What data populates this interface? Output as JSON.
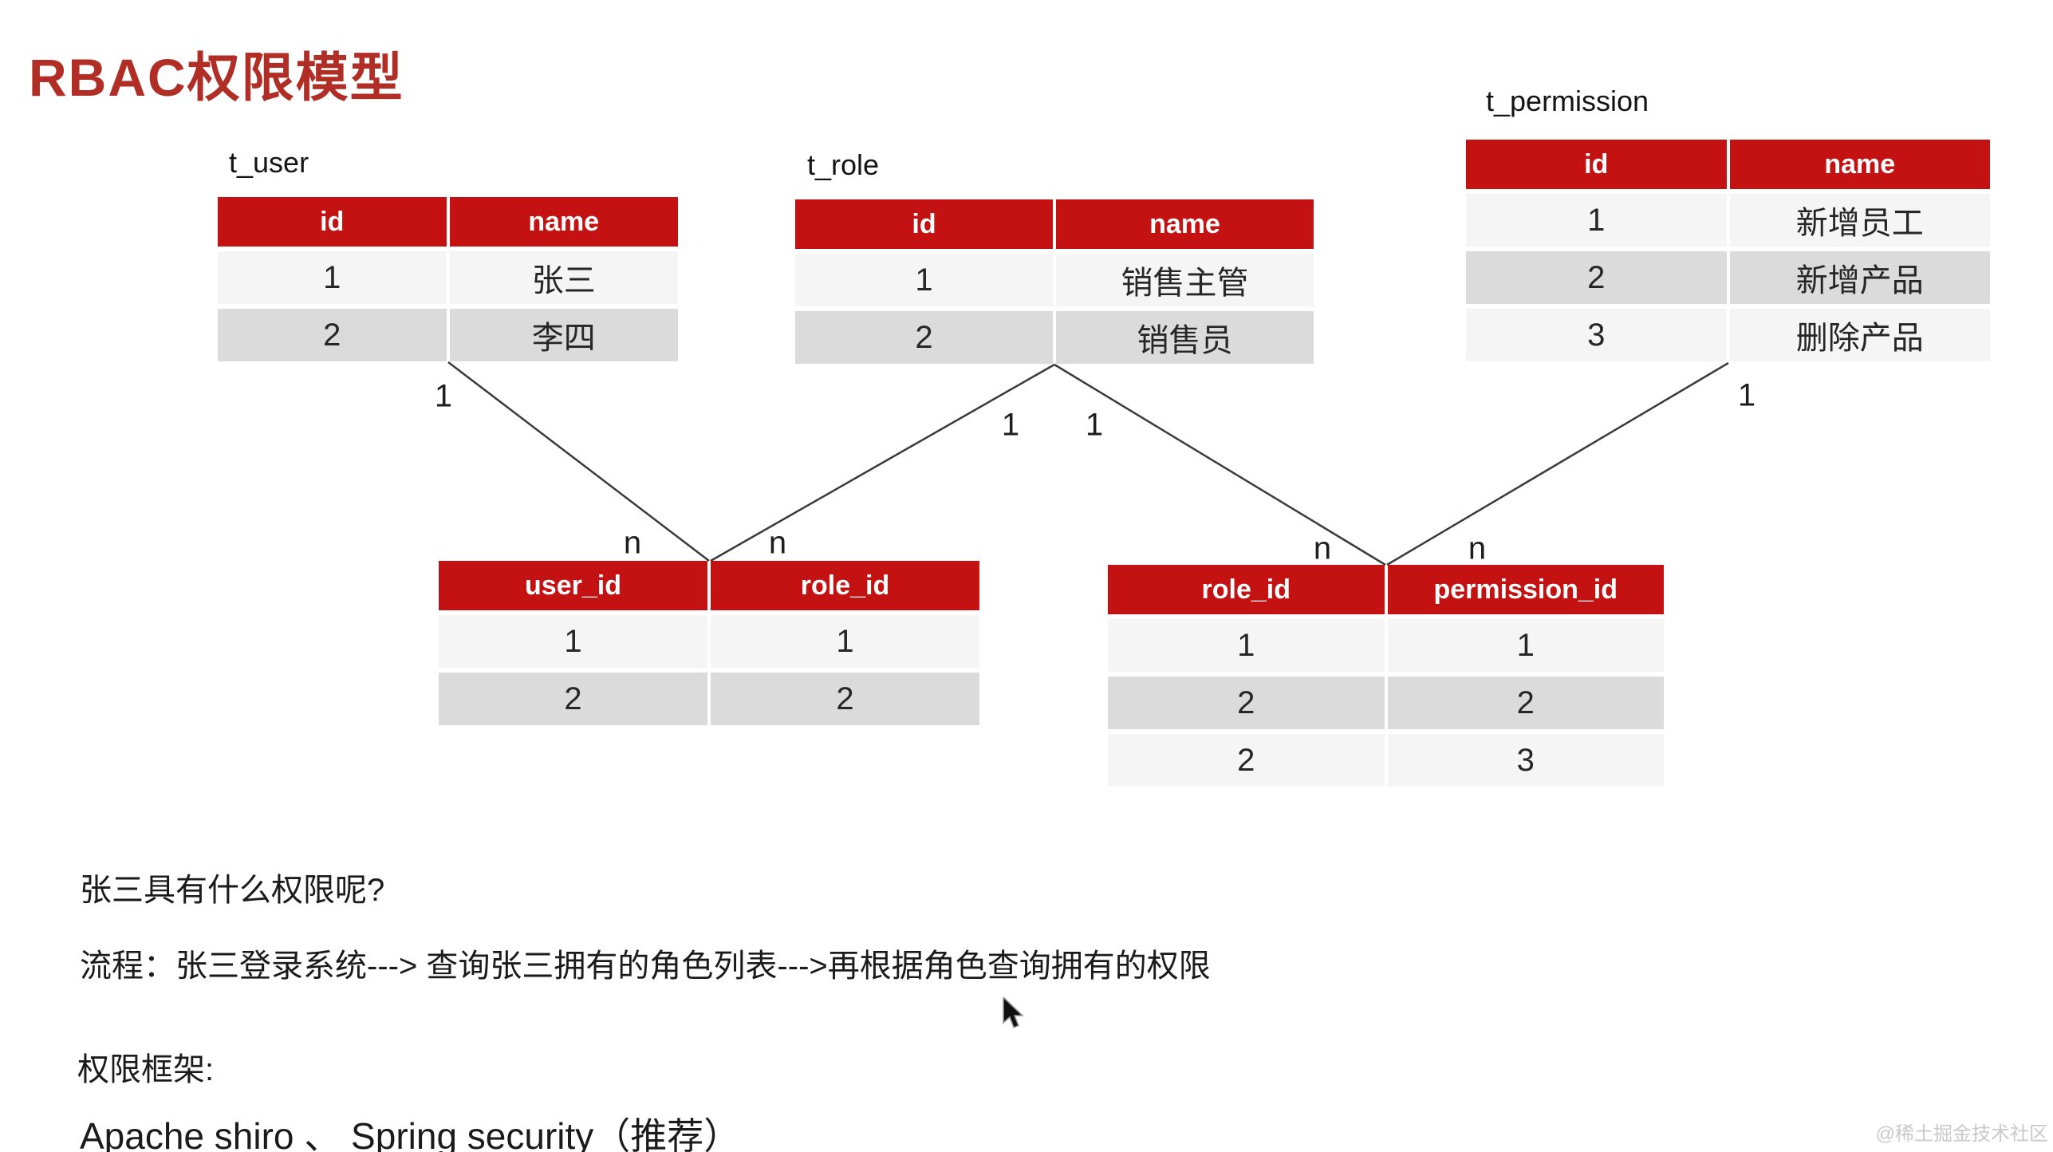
{
  "title": "RBAC权限模型",
  "tables": {
    "t_user": {
      "label": "t_user",
      "headers": [
        "id",
        "name"
      ],
      "rows": [
        [
          "1",
          "张三"
        ],
        [
          "2",
          "李四"
        ]
      ]
    },
    "t_role": {
      "label": "t_role",
      "headers": [
        "id",
        "name"
      ],
      "rows": [
        [
          "1",
          "销售主管"
        ],
        [
          "2",
          "销售员"
        ]
      ]
    },
    "t_permission": {
      "label": "t_permission",
      "headers": [
        "id",
        "name"
      ],
      "rows": [
        [
          "1",
          "新增员工"
        ],
        [
          "2",
          "新增产品"
        ],
        [
          "3",
          "删除产品"
        ]
      ]
    },
    "t_user_role": {
      "headers": [
        "user_id",
        "role_id"
      ],
      "rows": [
        [
          "1",
          "1"
        ],
        [
          "2",
          "2"
        ]
      ]
    },
    "t_role_permission": {
      "headers": [
        "role_id",
        "permission_id"
      ],
      "rows": [
        [
          "1",
          "1"
        ],
        [
          "2",
          "2"
        ],
        [
          "2",
          "3"
        ]
      ]
    }
  },
  "cardinality": {
    "one": "1",
    "many": "n"
  },
  "notes": {
    "question": "张三具有什么权限呢?",
    "flow": "流程：张三登录系统---> 查询张三拥有的角色列表--->再根据角色查询拥有的权限",
    "framework_heading": "权限框架:",
    "frameworks": "Apache shiro 、 Spring security（推荐）"
  },
  "watermark": "@稀土掘金技术社区",
  "colors": {
    "header_red": "#C41212",
    "title_red": "#B02E26",
    "row_light": "#F6F5F5",
    "row_dark": "#DBDBDB",
    "line": "#3A3A3A",
    "watermark_gray": "#C9C9C9"
  }
}
